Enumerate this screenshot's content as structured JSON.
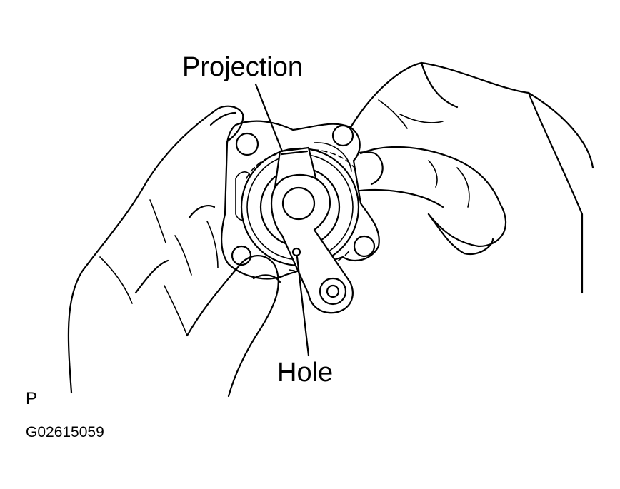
{
  "callouts": {
    "projection": "Projection",
    "hole": "Hole"
  },
  "corner_mark": "P",
  "figure_code": "G02615059",
  "colors": {
    "line": "#000000",
    "background": "#ffffff"
  }
}
